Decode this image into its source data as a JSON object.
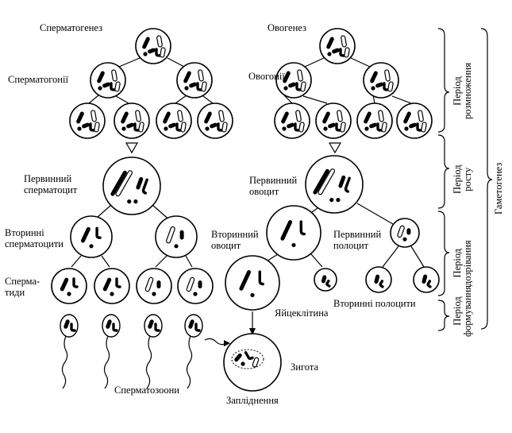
{
  "headings": {
    "spermatogenesis": "Сперматогенез",
    "oogenesis": "Овогенез"
  },
  "labels": {
    "spermatogonia": "Сперматогонії",
    "oogonia": "Овогонії",
    "primary_spermatocyte": [
      "Первинний",
      "сперматоцит"
    ],
    "primary_oocyte": [
      "Первинний",
      "овоцит"
    ],
    "secondary_spermatocytes": [
      "Вторинні",
      "сперматоцити"
    ],
    "secondary_oocyte": [
      "Вторинний",
      "овоцит"
    ],
    "primary_polocyte": [
      "Первинний",
      "полоцит"
    ],
    "spermatids": [
      "Сперма-",
      "тиди"
    ],
    "egg_cell": "Яйцеклітина",
    "secondary_polocytes": "Вторинні  полоцити",
    "spermatozoa": "Сперматозоони",
    "zygote": "Зигота",
    "fertilization": "Запліднення"
  },
  "periods": {
    "reproduction": [
      "Період",
      "розмноження"
    ],
    "growth": [
      "Період",
      "росту"
    ],
    "maturation": [
      "Період",
      "дозрівання"
    ],
    "formation": [
      "Період",
      "формування"
    ],
    "gametogenesis": "Гаметогенез"
  }
}
